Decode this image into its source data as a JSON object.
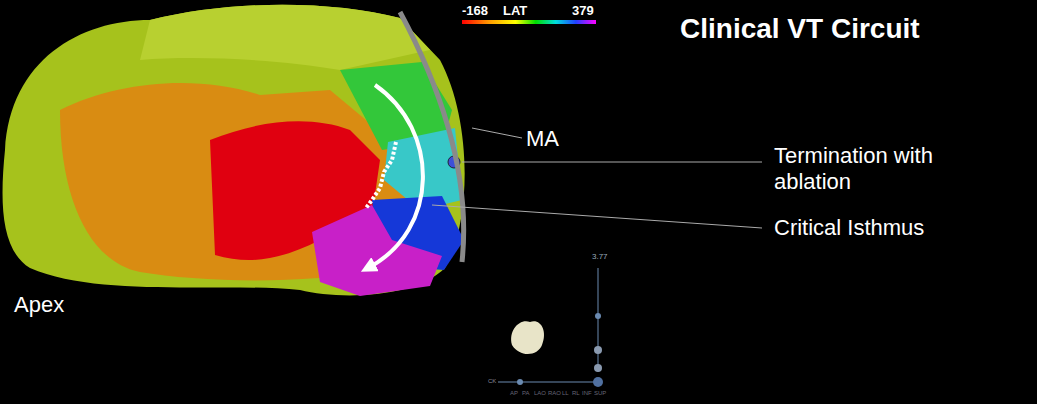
{
  "diagram": {
    "title": "Clinical VT Circuit",
    "labels": [
      "-168",
      "LAT",
      "379",
      "MA",
      "Termination with ablation",
      "Critical Isthmus",
      "Apex",
      "3.77",
      "CK",
      "AP",
      "PA",
      "LAO",
      "RAO",
      "LL",
      "RL",
      "INF",
      "SUP"
    ]
  }
}
